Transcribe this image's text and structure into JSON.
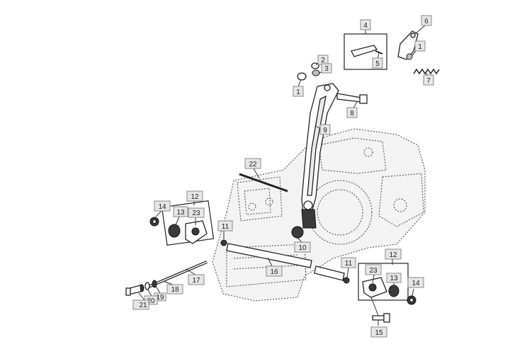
{
  "callouts": {
    "c1a": "1",
    "c1b": "1",
    "c2": "2",
    "c3": "3",
    "c4": "4",
    "c5": "5",
    "c6": "6",
    "c7": "7",
    "c8": "8",
    "c9": "9",
    "c10": "10",
    "c11a": "11",
    "c11b": "11",
    "c12a": "12",
    "c12b": "12",
    "c13a": "13",
    "c13b": "13",
    "c14a": "14",
    "c14b": "14",
    "c15": "15",
    "c16": "16",
    "c17": "17",
    "c18": "18",
    "c19": "19",
    "c20": "20",
    "c21": "21",
    "c22": "22",
    "c23a": "23",
    "c23b": "23"
  }
}
